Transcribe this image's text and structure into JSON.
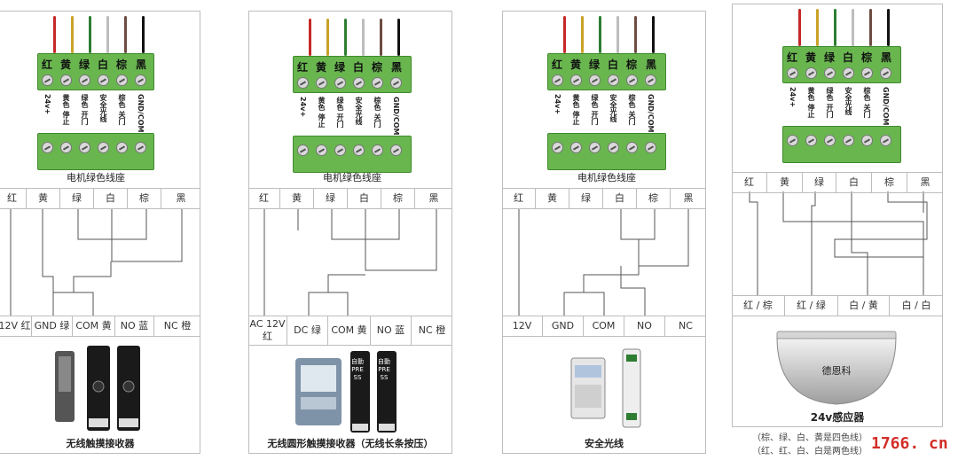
{
  "panels": [
    {
      "terminal_labels": [
        "红",
        "黄",
        "绿",
        "白",
        "棕",
        "黑"
      ],
      "mid_labels": [
        "24v+",
        "黄色 停止",
        "绿色 开门",
        "安全光线",
        "棕色 关门",
        "GND/COM"
      ],
      "block_caption": "电机绿色线座",
      "wire_row": [
        "红",
        "黄",
        "绿",
        "白",
        "棕",
        "黑"
      ],
      "device_row": [
        "12V 红",
        "GND 绿",
        "COM 黄",
        "NO 蓝",
        "NC 橙"
      ],
      "device_caption": "无线触摸接收器"
    },
    {
      "terminal_labels": [
        "红",
        "黄",
        "绿",
        "白",
        "棕",
        "黑"
      ],
      "mid_labels": [
        "24v+",
        "黄色 停止",
        "绿色 开门",
        "安全光线",
        "棕色 关门",
        "GND/COM"
      ],
      "block_caption": "电机绿色线座",
      "wire_row": [
        "红",
        "黄",
        "绿",
        "白",
        "棕",
        "黑"
      ],
      "device_row": [
        "AC 12V 红",
        "DC 绿",
        "COM 黄",
        "NO 蓝",
        "NC 橙"
      ],
      "device_caption": "无线圆形触摸接收器（无线长条按压）",
      "button_text": "自動 PRESS"
    },
    {
      "terminal_labels": [
        "红",
        "黄",
        "绿",
        "白",
        "棕",
        "黑"
      ],
      "mid_labels": [
        "24v+",
        "黄色 停止",
        "绿色 开门",
        "安全光线",
        "棕色 关门",
        "GND/COM"
      ],
      "block_caption": "电机绿色线座",
      "wire_row": [
        "红",
        "黄",
        "绿",
        "白",
        "棕",
        "黑"
      ],
      "device_row": [
        "12V",
        "GND",
        "COM",
        "NO",
        "NC"
      ],
      "device_caption": "安全光线"
    },
    {
      "terminal_labels": [
        "红",
        "黄",
        "绿",
        "白",
        "棕",
        "黑"
      ],
      "mid_labels": [
        "24v+",
        "黄色 停止",
        "绿色 开门",
        "安全光线",
        "棕色 关门",
        "GND/COM"
      ],
      "block_caption": "",
      "wire_row": [
        "红",
        "黄",
        "绿",
        "白",
        "棕",
        "黑"
      ],
      "device_row": [
        "红 / 棕",
        "红 / 绿",
        "白 / 黄",
        "白 / 白"
      ],
      "device_caption": "24v感应器",
      "sensor_brand": "德恩科",
      "notes": [
        "（棕、绿、白、黄是四色线）",
        "（红、红、白、白是两色线）"
      ]
    }
  ],
  "watermark": "1766. cn",
  "colors": {
    "terminal_green": "#69b64f",
    "wire_red": "#c62828",
    "wire_yellow": "#c9a227",
    "wire_green": "#2e7d32",
    "wire_white": "#e0e0e0",
    "wire_brown": "#6d4c41",
    "wire_black": "#111111",
    "watermark_red": "#d32d27"
  }
}
